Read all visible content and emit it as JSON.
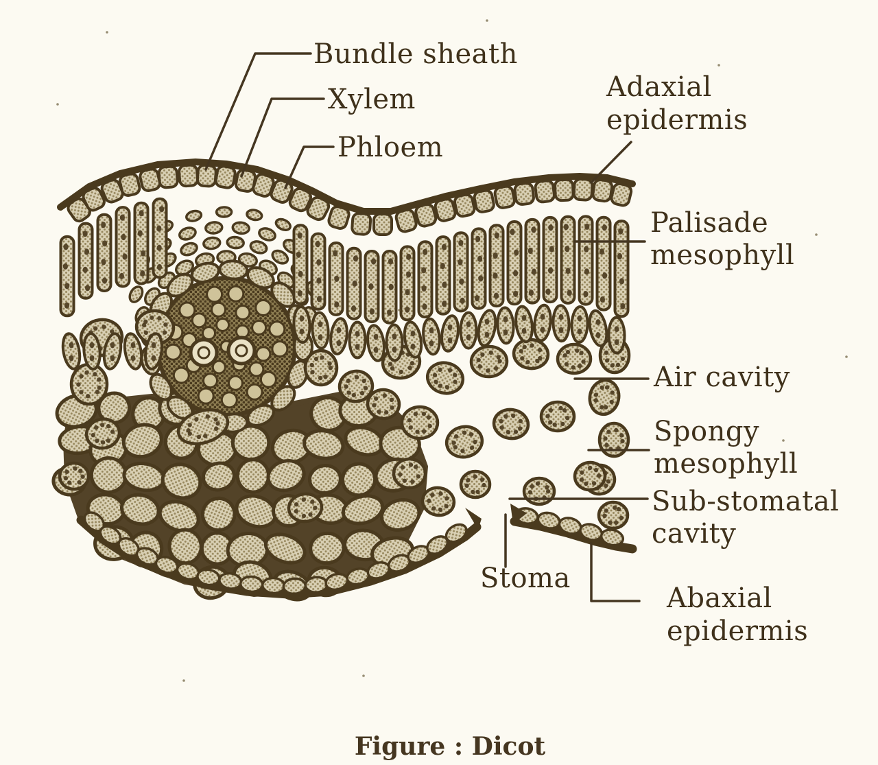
{
  "figure": {
    "caption": "Figure : Dicot",
    "labels": {
      "bundle_sheath": "Bundle sheath",
      "xylem": "Xylem",
      "phloem": "Phloem",
      "adaxial_1": "Adaxial",
      "adaxial_2": "epidermis",
      "palisade_1": "Palisade",
      "palisade_2": "mesophyll",
      "air_cavity": "Air cavity",
      "spongy_1": "Spongy",
      "spongy_2": "mesophyll",
      "substomatal_1": "Sub-stomatal",
      "substomatal_2": "cavity",
      "stoma": "Stoma",
      "abaxial_1": "Abaxial",
      "abaxial_2": "epidermis"
    },
    "colors": {
      "ink": "#4a3a1e",
      "cell_fill": "#d9d0b4",
      "paper": "#fcfaf2"
    }
  }
}
